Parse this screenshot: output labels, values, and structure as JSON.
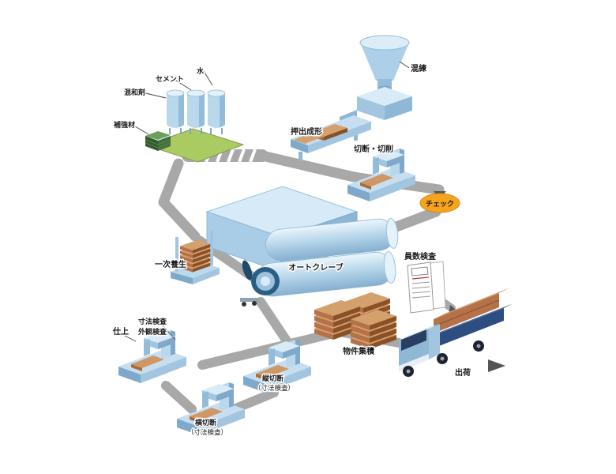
{
  "diagram": {
    "materials": {
      "admixture": "混和剤",
      "cement": "セメント",
      "water": "水",
      "reinforcement": "補強材"
    },
    "stages": {
      "kneading": "混練",
      "extrusion": "押出成形",
      "cutting": "切断・切削",
      "check": "チェック",
      "primary_curing": "一次養生",
      "autoclave": "オートクレーブ",
      "count_inspection": "員数検査",
      "stacking": "物件集積",
      "shipping": "出荷",
      "finishing": "仕上",
      "dimension_inspection": "寸法検査",
      "visual_inspection": "外観検査",
      "vertical_cut": "縦切断",
      "vertical_cut_note": "（寸法検査）",
      "horizontal_cut": "横切断",
      "horizontal_cut_note": "（寸法検査）"
    },
    "colors": {
      "machine_light": "#d6eaf7",
      "machine_mid": "#a9cde6",
      "machine_dark": "#7fa9cb",
      "path_gray": "#a8a8a8",
      "board_tan": "#d4a06c",
      "board_brown": "#a96b3c",
      "check_orange": "#f6a41f",
      "platform_green": "#aacb62",
      "reinforcement_green": "#4a7c3f",
      "truck_navy": "#2e4d80",
      "background": "#ffffff"
    }
  }
}
